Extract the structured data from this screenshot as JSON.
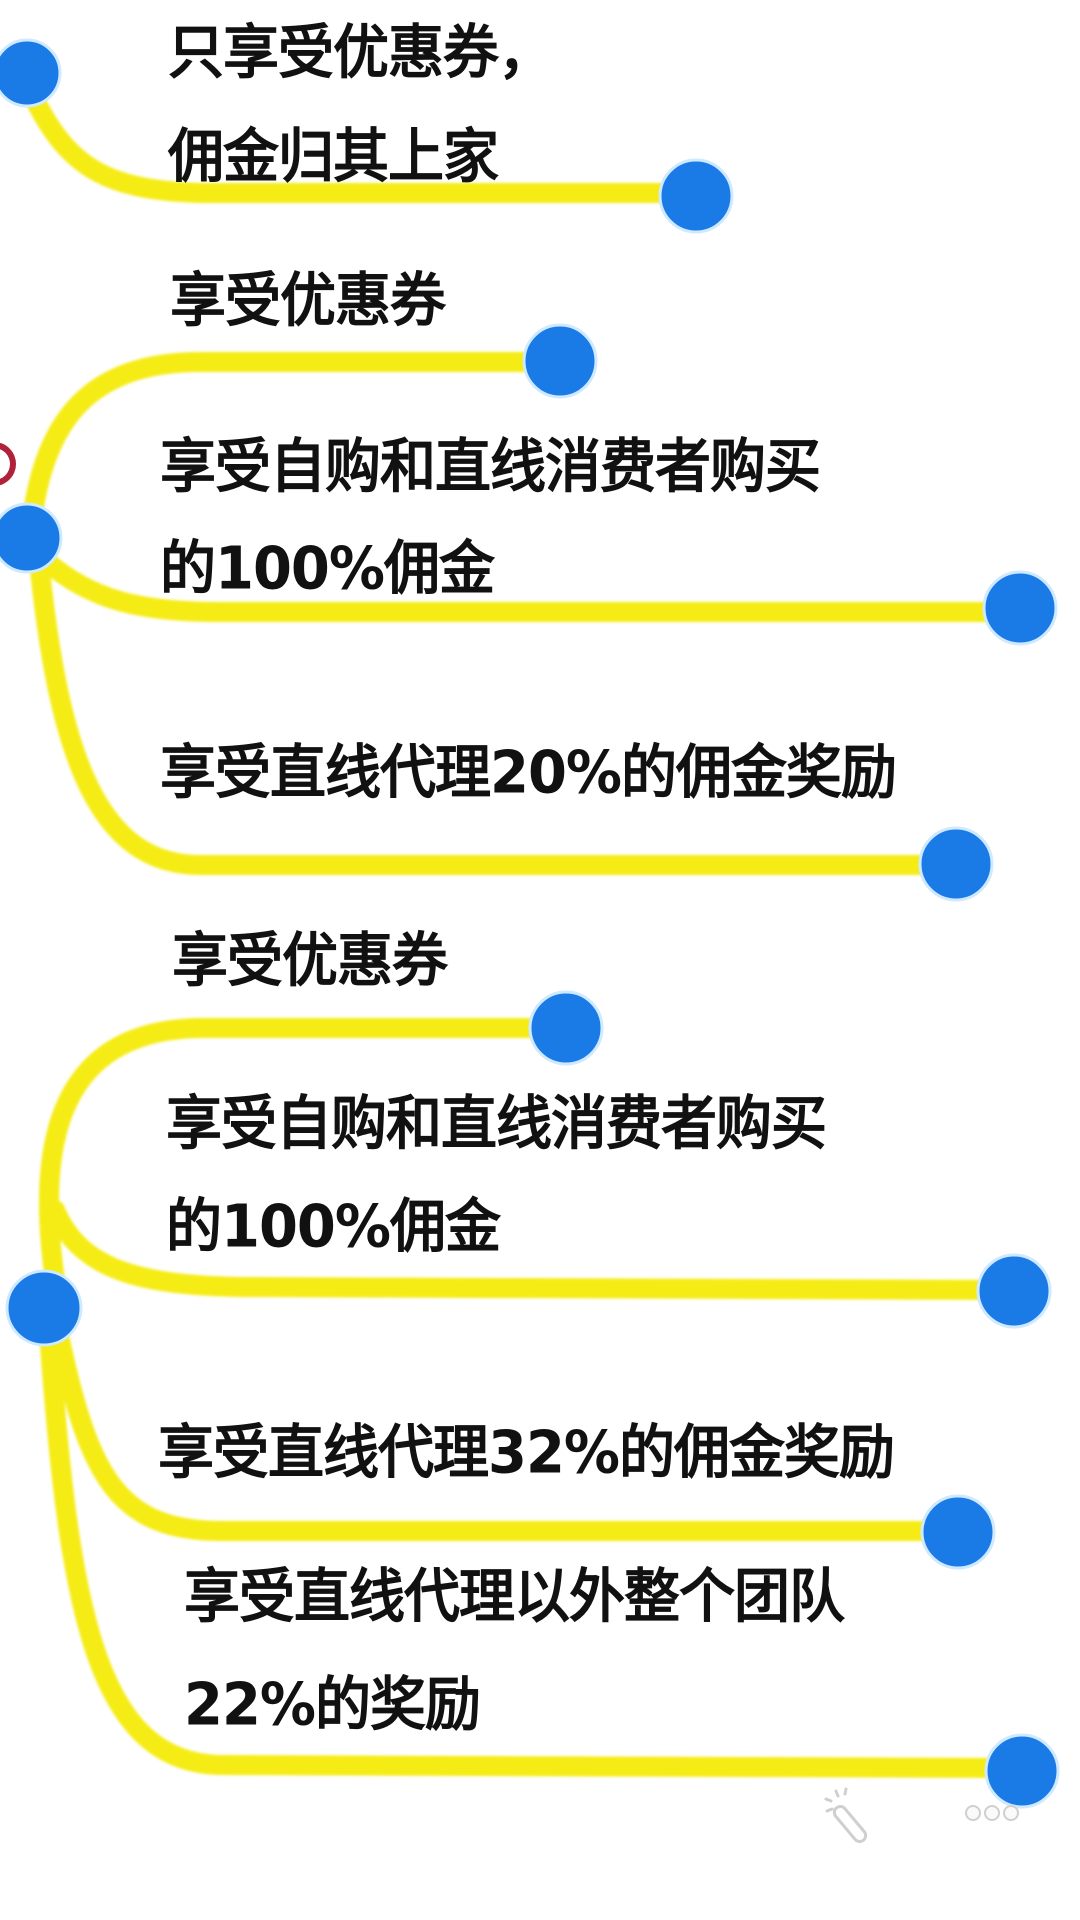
{
  "colors": {
    "branch": "#f5ec17",
    "node": "#1b7be6",
    "text": "#111111",
    "background": "#ffffff"
  },
  "level_a": {
    "label_line1": "只享受优惠券，",
    "label_line2": "佣金归其上家"
  },
  "level_b": {
    "items": [
      {
        "lines": [
          "享受优惠券"
        ]
      },
      {
        "lines": [
          "享受自购和直线消费者购买",
          "的100%佣金"
        ]
      },
      {
        "lines": [
          "享受直线代理20%的佣金奖励"
        ]
      }
    ]
  },
  "level_c": {
    "items": [
      {
        "lines": [
          "享受优惠券"
        ]
      },
      {
        "lines": [
          "享受自购和直线消费者购买",
          "的100%佣金"
        ]
      },
      {
        "lines": [
          "享受直线代理32%的佣金奖励"
        ]
      },
      {
        "lines": [
          "享受直线代理以外整个团队",
          "22%的奖励"
        ]
      }
    ]
  },
  "overlay": {
    "magic_wand_icon": "magic-wand-icon",
    "more_icon": "more-dots-icon"
  }
}
